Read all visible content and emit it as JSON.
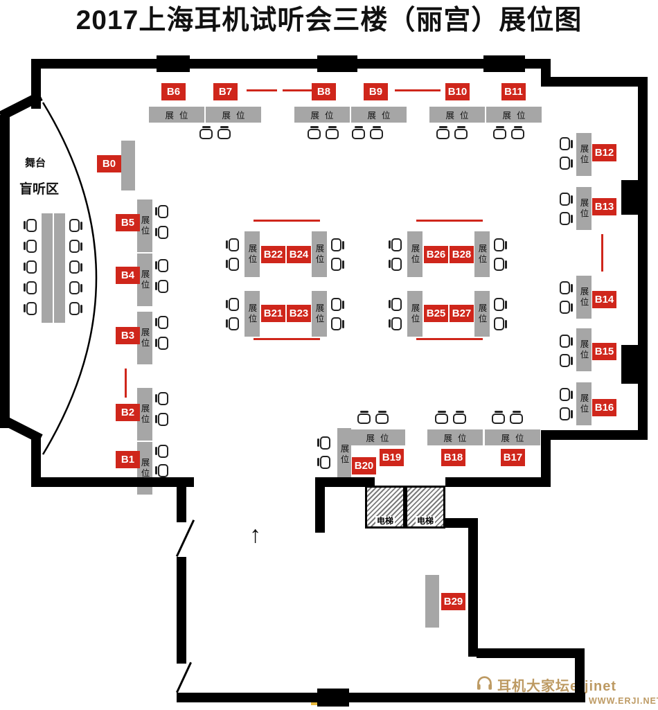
{
  "title": "2017上海耳机试听会三楼（丽宫）展位图",
  "legend": {
    "stage": "舞台",
    "blind_listening_zone": "盲听区",
    "booth": "展位",
    "elevator": "电梯"
  },
  "booths": {
    "b0": "B0",
    "b1": "B1",
    "b2": "B2",
    "b3": "B3",
    "b4": "B4",
    "b5": "B5",
    "b6": "B6",
    "b7": "B7",
    "b8": "B8",
    "b9": "B9",
    "b10": "B10",
    "b11": "B11",
    "b12": "B12",
    "b13": "B13",
    "b14": "B14",
    "b15": "B15",
    "b16": "B16",
    "b17": "B17",
    "b18": "B18",
    "b19": "B19",
    "b20": "B20",
    "b21": "B21",
    "b22": "B22",
    "b23": "B23",
    "b24": "B24",
    "b25": "B25",
    "b26": "B26",
    "b27": "B27",
    "b28": "B28",
    "b29": "B29"
  },
  "footer": {
    "site_name": "耳机大家坛erjinet",
    "site_url": "WWW.ERJI.NET"
  },
  "colors": {
    "red": "#cf261b",
    "gray": "#a6a6a6",
    "wall": "#000000",
    "wm": "#bd9a63"
  }
}
